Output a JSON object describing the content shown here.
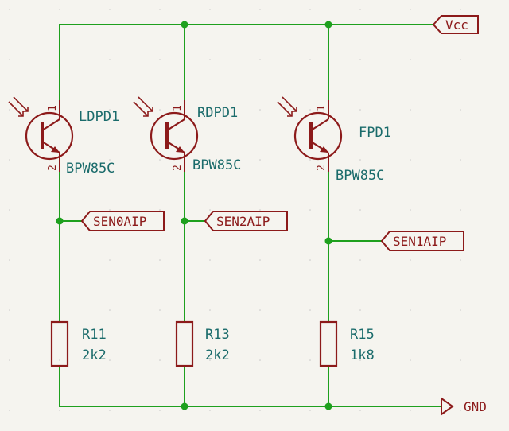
{
  "power": {
    "vcc": "Vcc",
    "gnd": "GND"
  },
  "net_labels": [
    "SEN0AIP",
    "SEN2AIP",
    "SEN1AIP"
  ],
  "transistors": [
    {
      "ref": "LDPD1",
      "value": "BPW85C",
      "pin_top": "1",
      "pin_bottom": "2"
    },
    {
      "ref": "RDPD1",
      "value": "BPW85C",
      "pin_top": "1",
      "pin_bottom": "2"
    },
    {
      "ref": "FPD1",
      "value": "BPW85C",
      "pin_top": "1",
      "pin_bottom": "2"
    }
  ],
  "resistors": [
    {
      "ref": "R11",
      "value": "2k2"
    },
    {
      "ref": "R13",
      "value": "2k2"
    },
    {
      "ref": "R15",
      "value": "1k8"
    }
  ],
  "colors": {
    "wire": "#1ea01e",
    "symbol": "#8c1a1a",
    "reference": "#1a6b6b",
    "background": "#f5f4ef"
  }
}
